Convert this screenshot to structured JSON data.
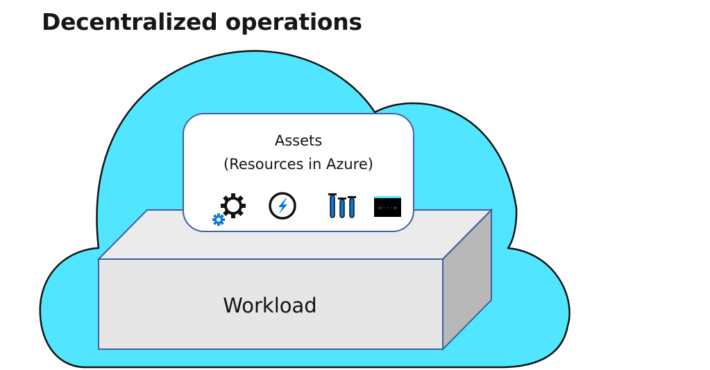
{
  "title": "Decentralized operations",
  "diagram": {
    "container": {
      "shape": "cloud",
      "fill_color": "#52e5ff",
      "stroke_color": "#111111"
    },
    "workload": {
      "label": "Workload",
      "front_color": "#e6e6e6",
      "top_color": "#ebebeb",
      "side_color": "#b8b8b8",
      "stroke_color": "#3f5f9f"
    },
    "assets": {
      "title": "Assets",
      "subtitle": "(Resources in Azure)",
      "fill_color": "#ffffff",
      "stroke_color": "#3f5f9f",
      "icons": [
        {
          "name": "gears-icon",
          "label": "Settings / configuration"
        },
        {
          "name": "lightning-circle-icon",
          "label": "Function"
        },
        {
          "name": "test-tubes-icon",
          "label": "Lab / tests"
        },
        {
          "name": "code-window-icon",
          "label": "API / code"
        }
      ],
      "accent_color": "#0a78d7"
    }
  }
}
